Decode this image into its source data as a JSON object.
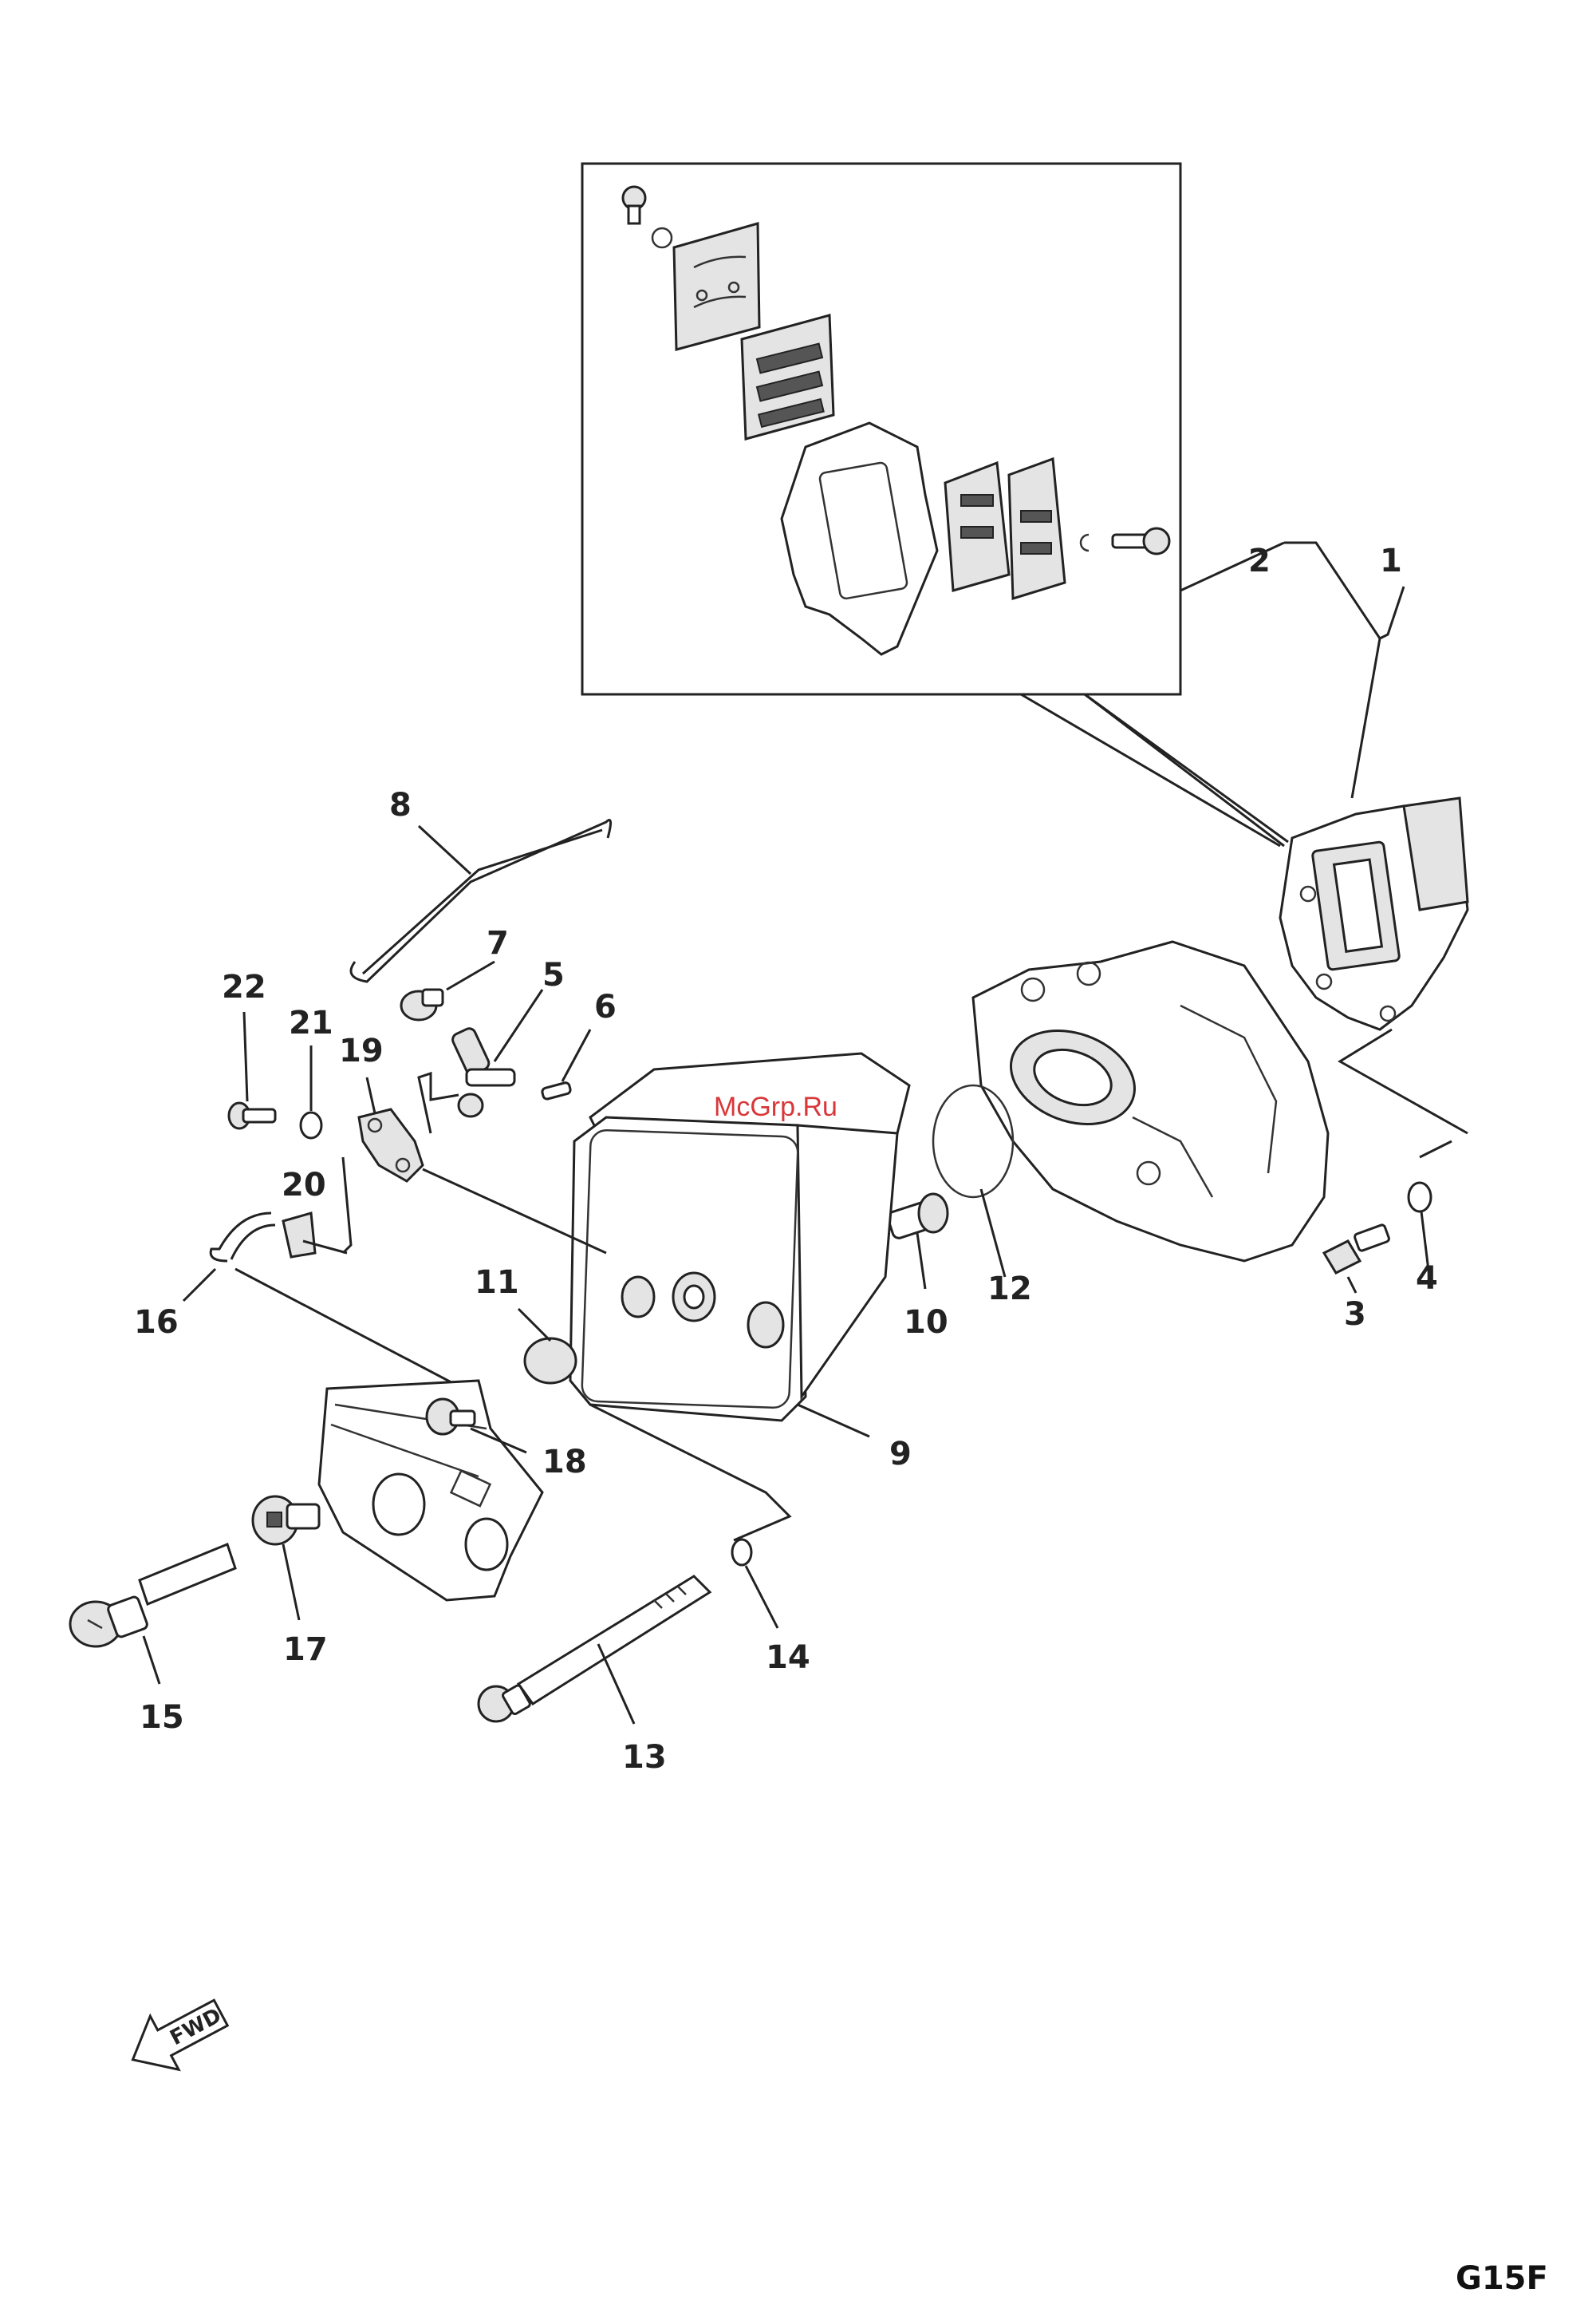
{
  "labels": {
    "p1": "1",
    "p2": "2",
    "p3": "3",
    "p4": "4",
    "p5": "5",
    "p6": "6",
    "p7": "7",
    "p8": "8",
    "p9": "9",
    "p10": "10",
    "p11": "11",
    "p12": "12",
    "p13": "13",
    "p14": "14",
    "p15": "15",
    "p16": "16",
    "p17": "17",
    "p18": "18",
    "p19": "19",
    "p20": "20",
    "p21": "21",
    "p22": "22"
  },
  "watermark": "McGrp.Ru",
  "fwd_arrow_text": "FWD",
  "page_code": "G15F",
  "colors": {
    "line": "#222222",
    "watermark": "#d8373a",
    "background": "#ffffff"
  }
}
